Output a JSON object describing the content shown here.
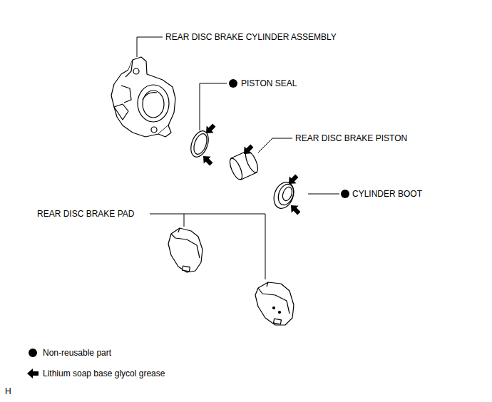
{
  "diagram": {
    "labels": [
      "REAR DISC BRAKE CYLINDER ASSEMBLY",
      "PISTON SEAL",
      "REAR DISC BRAKE PISTON",
      "CYLINDER BOOT",
      "REAR DISC BRAKE PAD",
      "H"
    ],
    "legend": [
      {
        "text": "Non-reusable part"
      },
      {
        "text": "Lithium soap base glycol grease"
      }
    ]
  }
}
